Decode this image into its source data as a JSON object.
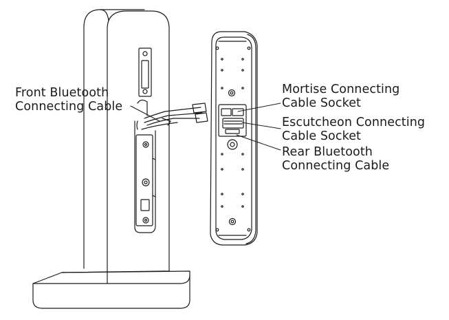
{
  "labels": {
    "front_bluetooth": [
      "Front Bluetooth",
      "Connecting Cable"
    ],
    "mortise_socket": [
      "Mortise Connecting",
      "Cable Socket"
    ],
    "escutcheon_socket": [
      "Escutcheon Connecting",
      "Cable Socket"
    ],
    "rear_bluetooth": [
      "Rear Bluetooth",
      "Connecting Cable"
    ]
  },
  "colors": {
    "line": "#1a1a1a",
    "background": "#ffffff"
  }
}
